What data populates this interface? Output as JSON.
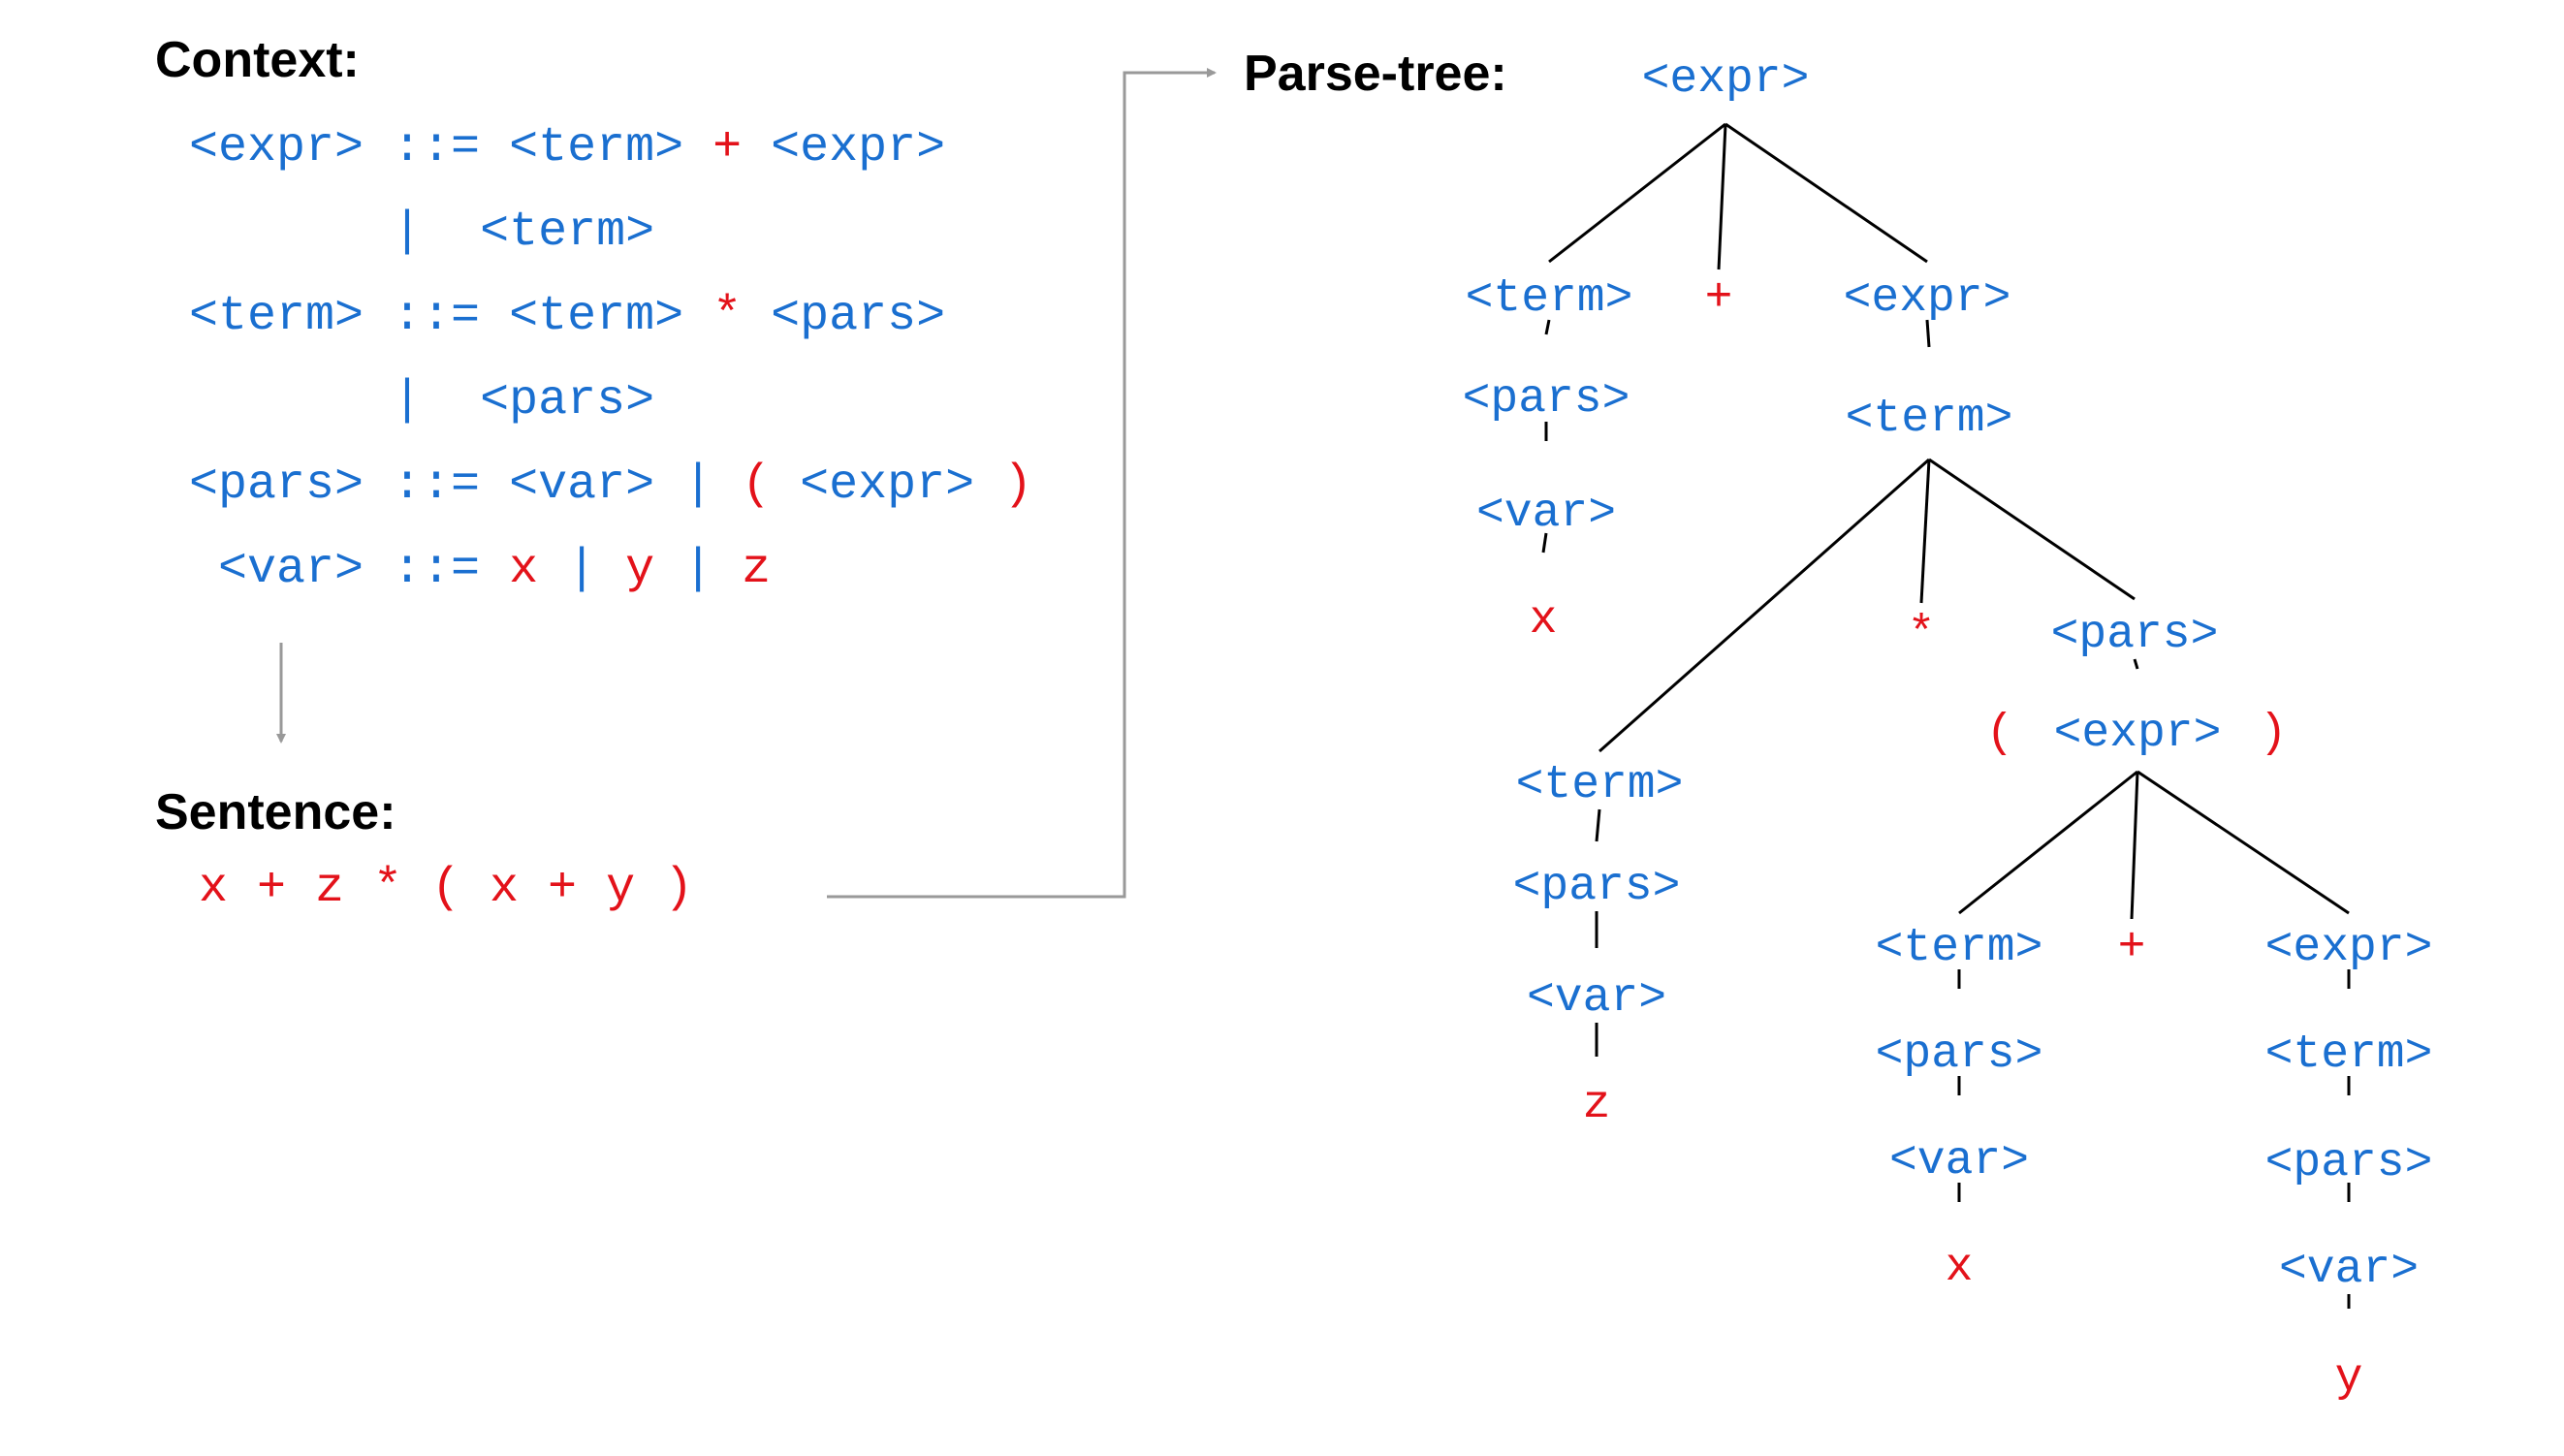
{
  "headings": {
    "context": "Context:",
    "sentence": "Sentence:",
    "parse_tree": "Parse-tree:"
  },
  "colors": {
    "nonterminal": "#1a6fd0",
    "terminal": "#e3121a",
    "tree_edge": "#000000",
    "connector_arrow": "#999999"
  },
  "grammar": [
    [
      {
        "text": "<expr>",
        "kind": "nonterminal"
      },
      {
        "text": " ::= ",
        "kind": "nonterminal"
      },
      {
        "text": "<term>",
        "kind": "nonterminal"
      },
      {
        "text": " + ",
        "kind": "terminal"
      },
      {
        "text": "<expr>",
        "kind": "nonterminal"
      }
    ],
    [
      {
        "text": "       |  ",
        "kind": "nonterminal"
      },
      {
        "text": "<term>",
        "kind": "nonterminal"
      }
    ],
    [
      {
        "text": "<term>",
        "kind": "nonterminal"
      },
      {
        "text": " ::= ",
        "kind": "nonterminal"
      },
      {
        "text": "<term>",
        "kind": "nonterminal"
      },
      {
        "text": " * ",
        "kind": "terminal"
      },
      {
        "text": "<pars>",
        "kind": "nonterminal"
      }
    ],
    [
      {
        "text": "       |  ",
        "kind": "nonterminal"
      },
      {
        "text": "<pars>",
        "kind": "nonterminal"
      }
    ],
    [
      {
        "text": "<pars>",
        "kind": "nonterminal"
      },
      {
        "text": " ::= ",
        "kind": "nonterminal"
      },
      {
        "text": "<var>",
        "kind": "nonterminal"
      },
      {
        "text": " | ",
        "kind": "nonterminal"
      },
      {
        "text": "( ",
        "kind": "terminal"
      },
      {
        "text": "<expr>",
        "kind": "nonterminal"
      },
      {
        "text": " )",
        "kind": "terminal"
      }
    ],
    [
      {
        "text": " <var>",
        "kind": "nonterminal"
      },
      {
        "text": " ::= ",
        "kind": "nonterminal"
      },
      {
        "text": "x",
        "kind": "terminal"
      },
      {
        "text": " | ",
        "kind": "nonterminal"
      },
      {
        "text": "y",
        "kind": "terminal"
      },
      {
        "text": " | ",
        "kind": "nonterminal"
      },
      {
        "text": "z",
        "kind": "terminal"
      }
    ]
  ],
  "sentence": "x + z * ( x + y )",
  "parse_tree": {
    "nodes": [
      {
        "id": "n0",
        "label": "<expr>",
        "kind": "nonterminal"
      },
      {
        "id": "n1",
        "label": "<term>",
        "kind": "nonterminal"
      },
      {
        "id": "n2",
        "label": "+",
        "kind": "terminal"
      },
      {
        "id": "n3",
        "label": "<expr>",
        "kind": "nonterminal"
      },
      {
        "id": "n4",
        "label": "<pars>",
        "kind": "nonterminal"
      },
      {
        "id": "n5",
        "label": "<var>",
        "kind": "nonterminal"
      },
      {
        "id": "n6",
        "label": "x",
        "kind": "terminal"
      },
      {
        "id": "n7",
        "label": "<term>",
        "kind": "nonterminal"
      },
      {
        "id": "n8",
        "label": "<term>",
        "kind": "nonterminal"
      },
      {
        "id": "n9",
        "label": "*",
        "kind": "terminal"
      },
      {
        "id": "n10",
        "label": "<pars>",
        "kind": "nonterminal"
      },
      {
        "id": "n11",
        "label": "<pars>",
        "kind": "nonterminal"
      },
      {
        "id": "n12",
        "label": "<var>",
        "kind": "nonterminal"
      },
      {
        "id": "n13",
        "label": "z",
        "kind": "terminal"
      },
      {
        "id": "n14",
        "label": "(",
        "kind": "terminal"
      },
      {
        "id": "n15",
        "label": "<expr>",
        "kind": "nonterminal"
      },
      {
        "id": "n16",
        "label": ")",
        "kind": "terminal"
      },
      {
        "id": "n17",
        "label": "<term>",
        "kind": "nonterminal"
      },
      {
        "id": "n18",
        "label": "+",
        "kind": "terminal"
      },
      {
        "id": "n19",
        "label": "<expr>",
        "kind": "nonterminal"
      },
      {
        "id": "n20",
        "label": "<pars>",
        "kind": "nonterminal"
      },
      {
        "id": "n21",
        "label": "<var>",
        "kind": "nonterminal"
      },
      {
        "id": "n22",
        "label": "x",
        "kind": "terminal"
      },
      {
        "id": "n23",
        "label": "<term>",
        "kind": "nonterminal"
      },
      {
        "id": "n24",
        "label": "<pars>",
        "kind": "nonterminal"
      },
      {
        "id": "n25",
        "label": "<var>",
        "kind": "nonterminal"
      },
      {
        "id": "n26",
        "label": "y",
        "kind": "terminal"
      }
    ],
    "edges": [
      [
        "n0",
        "n1"
      ],
      [
        "n0",
        "n2"
      ],
      [
        "n0",
        "n3"
      ],
      [
        "n1",
        "n4"
      ],
      [
        "n4",
        "n5"
      ],
      [
        "n5",
        "n6"
      ],
      [
        "n3",
        "n7"
      ],
      [
        "n7",
        "n8"
      ],
      [
        "n7",
        "n9"
      ],
      [
        "n7",
        "n10"
      ],
      [
        "n8",
        "n11"
      ],
      [
        "n11",
        "n12"
      ],
      [
        "n12",
        "n13"
      ],
      [
        "n10",
        "n15"
      ],
      [
        "n15",
        "n17"
      ],
      [
        "n15",
        "n18"
      ],
      [
        "n15",
        "n19"
      ],
      [
        "n17",
        "n20"
      ],
      [
        "n20",
        "n21"
      ],
      [
        "n21",
        "n22"
      ],
      [
        "n19",
        "n23"
      ],
      [
        "n23",
        "n24"
      ],
      [
        "n24",
        "n25"
      ],
      [
        "n25",
        "n26"
      ]
    ]
  }
}
